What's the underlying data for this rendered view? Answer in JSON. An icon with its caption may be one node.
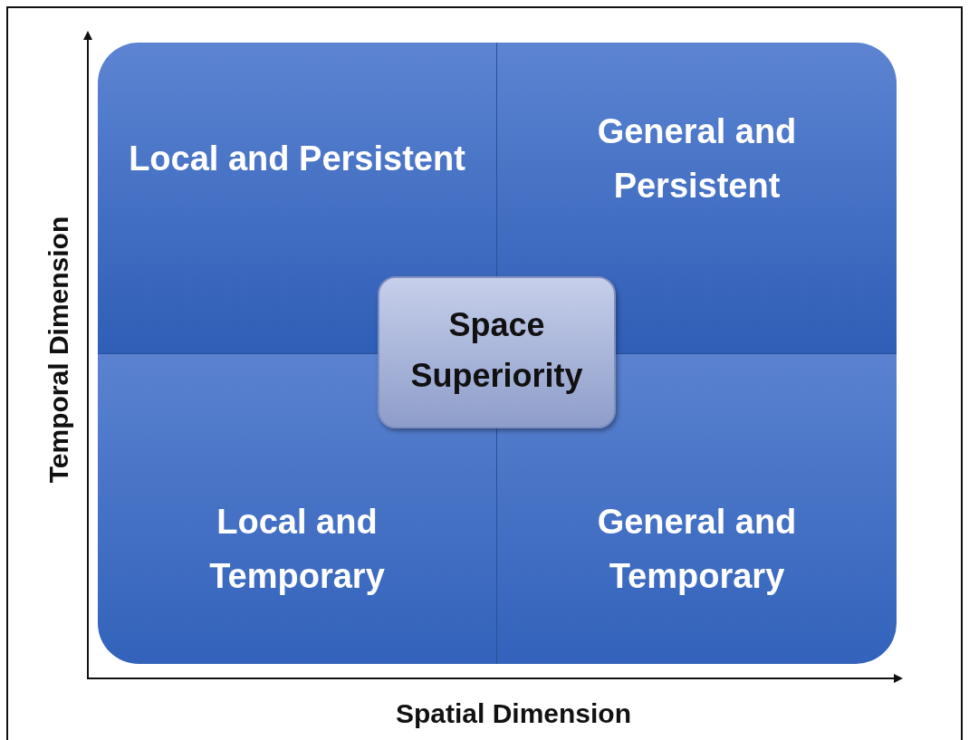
{
  "diagram": {
    "nodes": [
      {
        "text": [
          "Local and Persistent"
        ]
      },
      {
        "text": [
          "General and Persistent"
        ]
      },
      {
        "text": [
          "Space Superiority"
        ]
      },
      {
        "text": [
          "Local and Temporary"
        ]
      },
      {
        "text": [
          "General and Temporary"
        ]
      }
    ],
    "labels": [
      "Temporal Dimension",
      "Spatial Dimension"
    ]
  }
}
